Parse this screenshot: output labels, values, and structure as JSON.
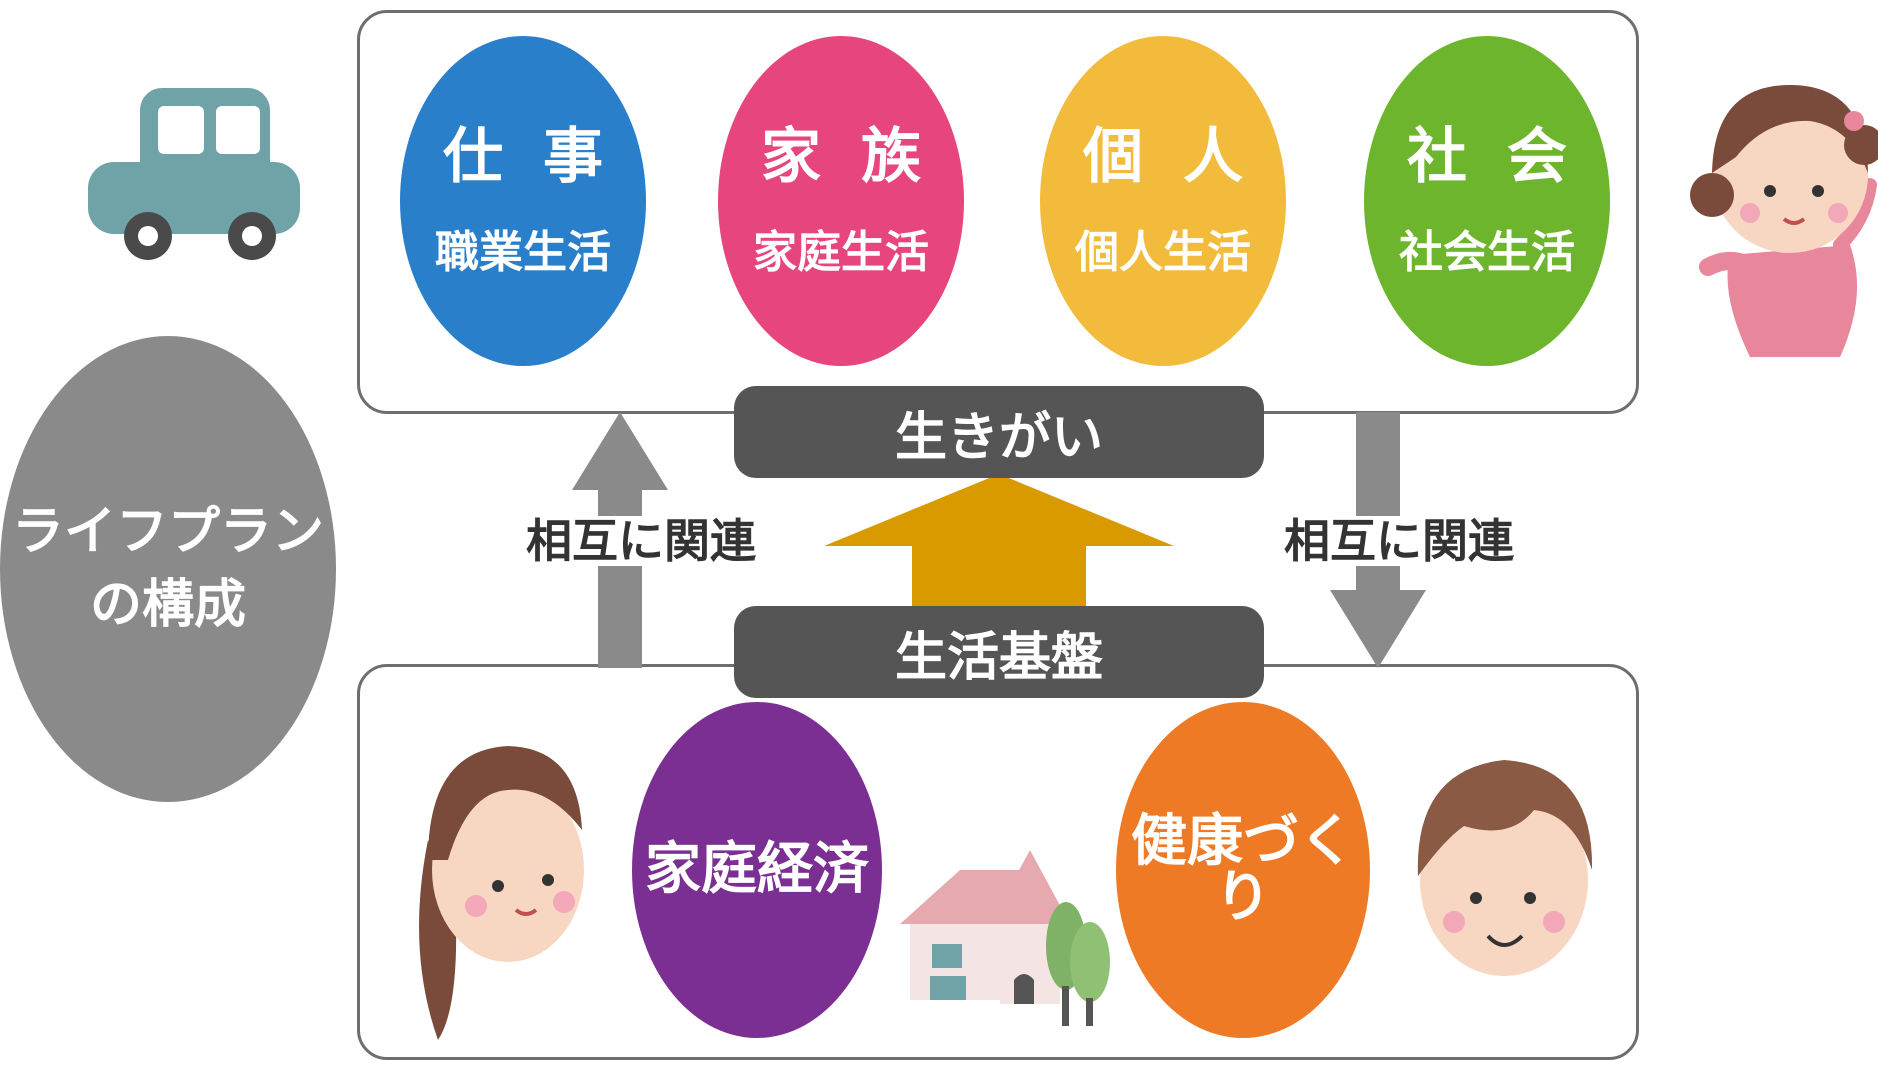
{
  "plan_circle": {
    "line1": "ライフプラン",
    "line2": "の構成"
  },
  "top_circles": [
    {
      "title": "仕事",
      "subtitle": "職業生活",
      "color": "#2a7fcb"
    },
    {
      "title": "家族",
      "subtitle": "家庭生活",
      "color": "#e6467d"
    },
    {
      "title": "個人",
      "subtitle": "個人生活",
      "color": "#f2bb3c"
    },
    {
      "title": "社会",
      "subtitle": "社会生活",
      "color": "#6cb52c"
    }
  ],
  "ikigai_label": "生きがい",
  "seikatsu_kiban_label": "生活基盤",
  "relation_left": "相互に関連",
  "relation_right": "相互に関連",
  "bottom_circles": [
    {
      "label": "家庭経済",
      "color": "#7b2f93"
    },
    {
      "label": "健康づくり",
      "color": "#ee7a25"
    }
  ],
  "colors": {
    "box_border": "#6e6e6e",
    "bar": "#555555",
    "plan_circle": "#8a8a8a",
    "gray_arrow": "#8a8a8a",
    "gold_arrow": "#d99a00"
  },
  "icons": [
    "car-icon",
    "girl-icon",
    "woman-icon",
    "house-icon",
    "tree-icon",
    "man-icon"
  ]
}
